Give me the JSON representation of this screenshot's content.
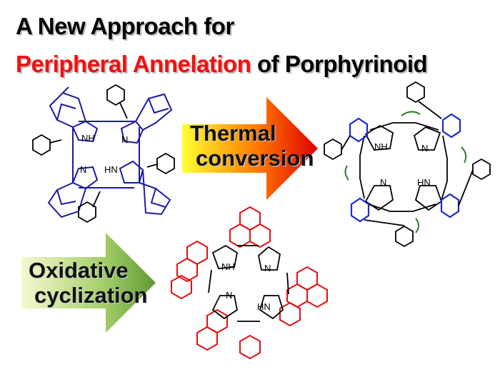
{
  "title": {
    "line1": "A New Approach for",
    "highlight": "Peripheral Annelation",
    "line2_rest": " of Porphyrinoid"
  },
  "arrows": {
    "thermal": {
      "line1": "Thermal",
      "line2": "conversion",
      "colors": [
        "#ffff33",
        "#ff6a00",
        "#e00000"
      ]
    },
    "oxidative": {
      "line1": "Oxidative",
      "line2": "cyclization",
      "colors": [
        "#f4f7c7",
        "#6aa63a"
      ]
    }
  },
  "atom_labels": {
    "nh": "NH",
    "hn": "HN",
    "n": "N"
  },
  "colors": {
    "precursor": "#1a1aa8",
    "annelated": "#e01010",
    "ring": "#000000",
    "rotation_arrow": "#2e7d2e",
    "fused_benzo": "#1a2ad0"
  }
}
